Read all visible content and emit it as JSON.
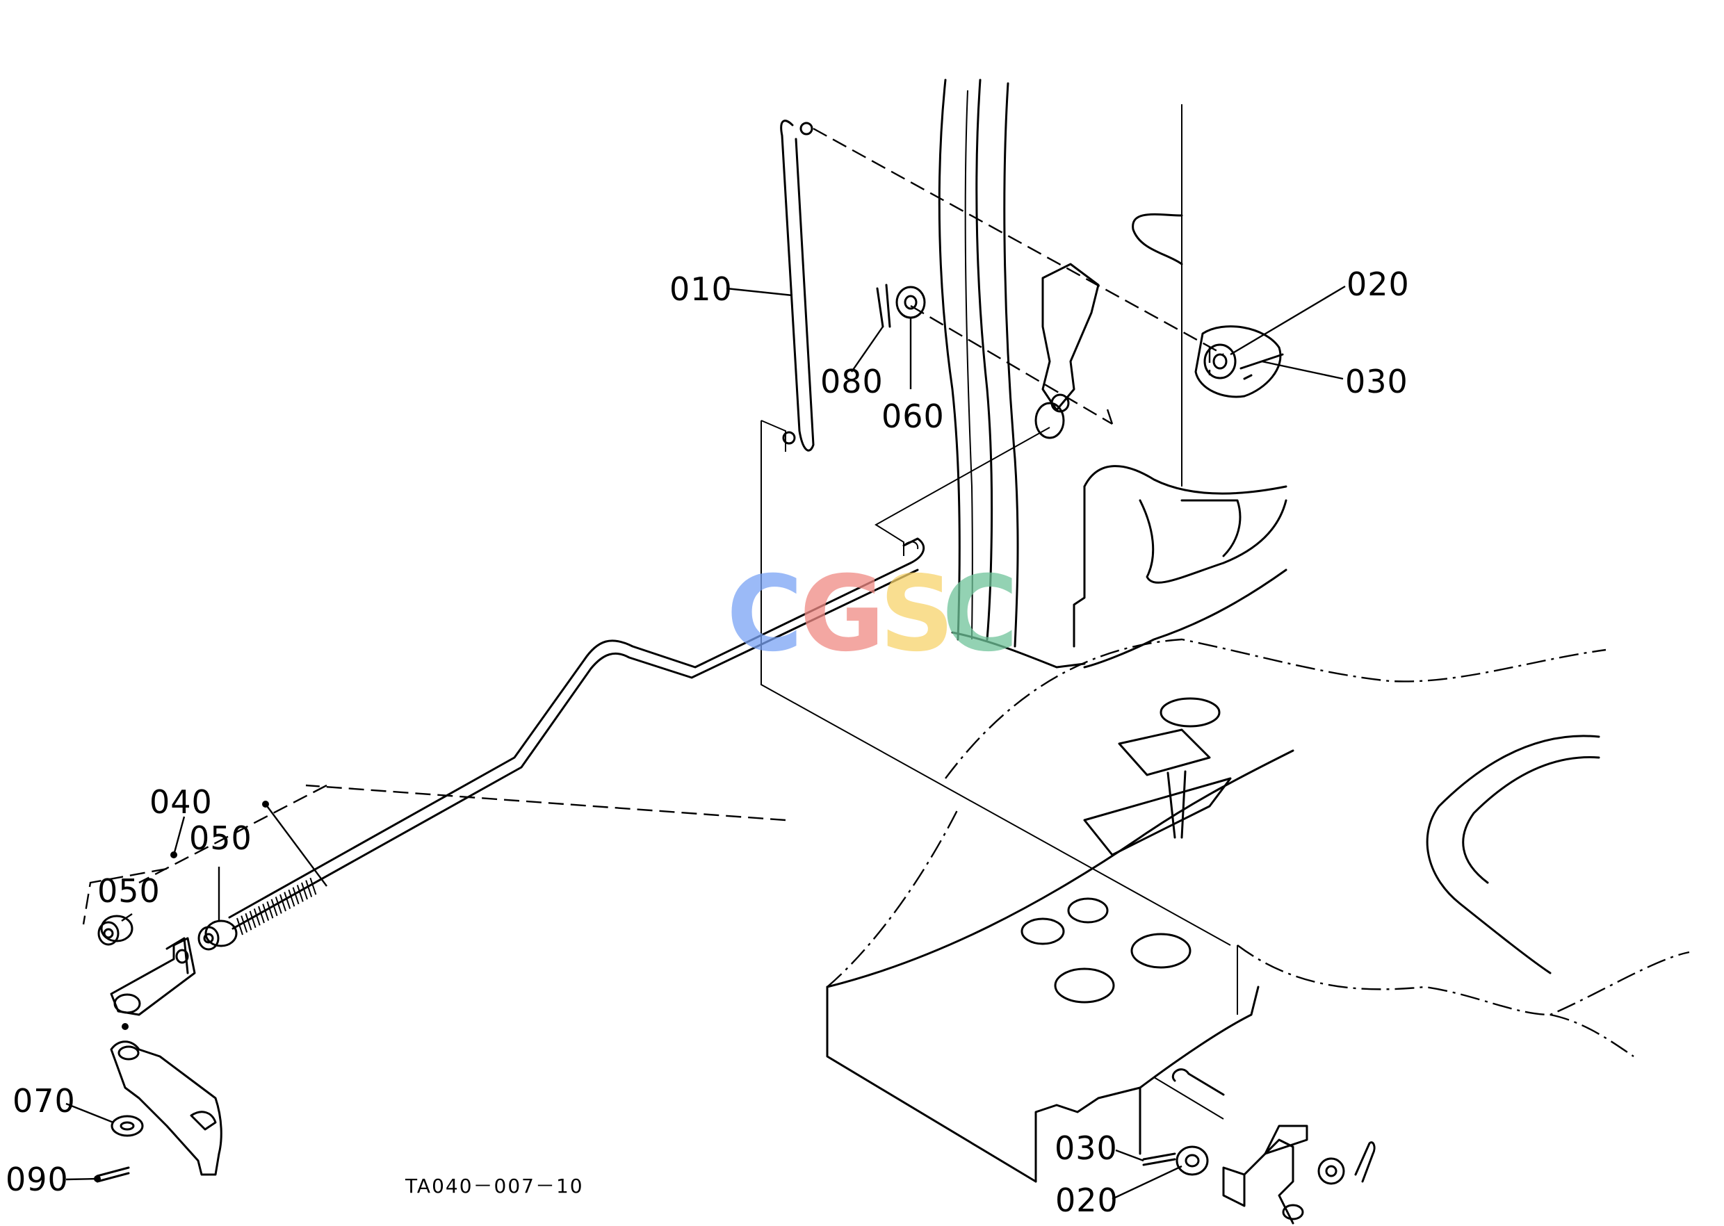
{
  "diagram": {
    "reference_code": "TA040－007－10",
    "watermark": {
      "letters": [
        {
          "char": "C",
          "color": "#7aa3f5"
        },
        {
          "char": "G",
          "color": "#f08a84"
        },
        {
          "char": "S",
          "color": "#f7d36b"
        },
        {
          "char": "C",
          "color": "#6fc49a"
        }
      ]
    },
    "callouts": [
      {
        "id": "010",
        "label": "010"
      },
      {
        "id": "020a",
        "label": "020"
      },
      {
        "id": "030a",
        "label": "030"
      },
      {
        "id": "080",
        "label": "080"
      },
      {
        "id": "060",
        "label": "060"
      },
      {
        "id": "040",
        "label": "040"
      },
      {
        "id": "050a",
        "label": "050"
      },
      {
        "id": "050b",
        "label": "050"
      },
      {
        "id": "070",
        "label": "070"
      },
      {
        "id": "090",
        "label": "090"
      },
      {
        "id": "030b",
        "label": "030"
      },
      {
        "id": "020b",
        "label": "020"
      }
    ]
  }
}
